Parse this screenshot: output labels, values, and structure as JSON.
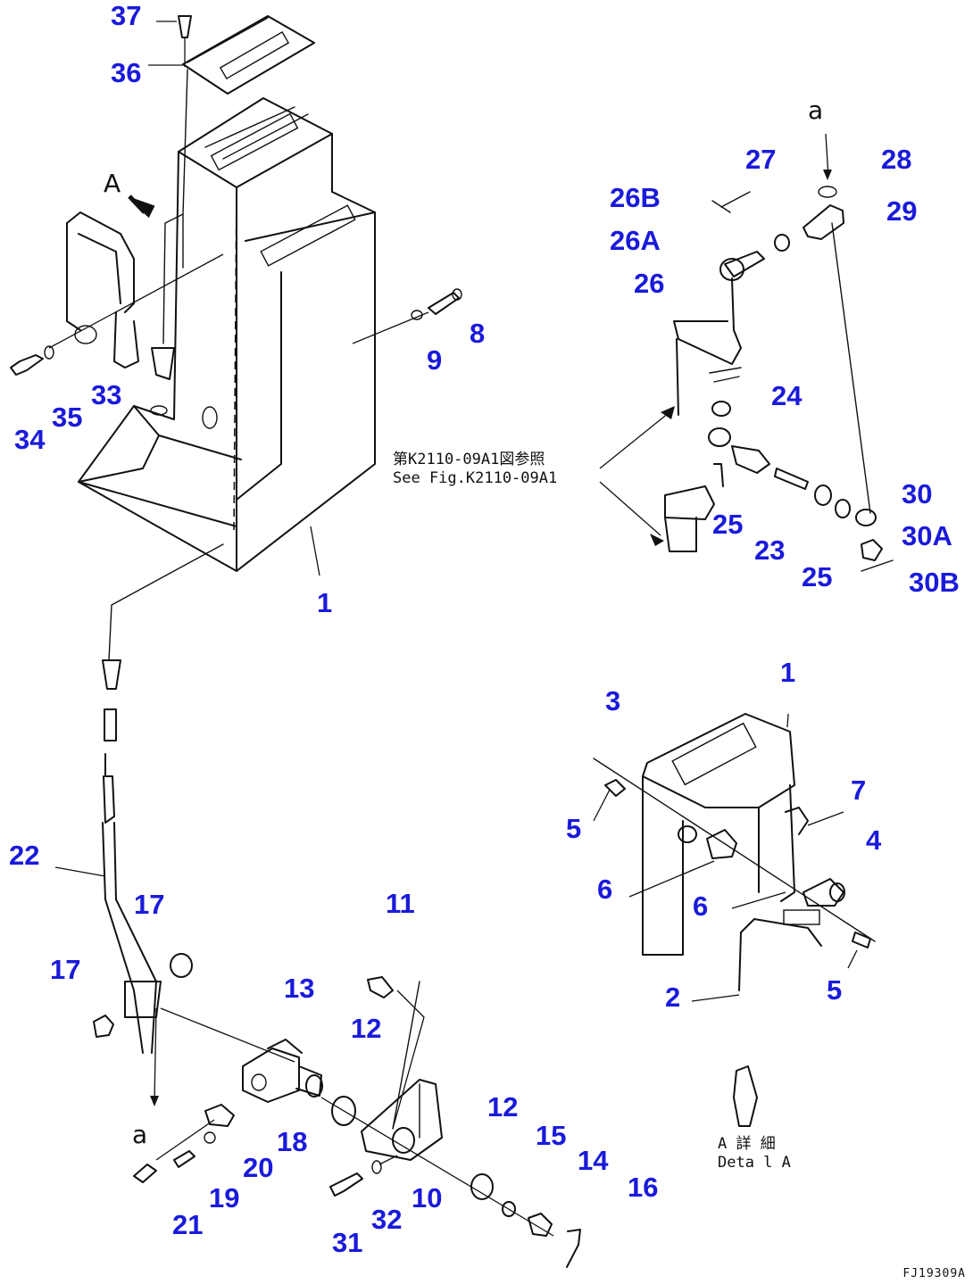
{
  "diagram": {
    "callouts": {
      "c37": "37",
      "c36": "36",
      "c33": "33",
      "c34": "34",
      "c35": "35",
      "c9": "9",
      "c8": "8",
      "c1a": "1",
      "c22": "22",
      "c17a": "17",
      "c17b": "17",
      "c13": "13",
      "c11": "11",
      "c12a": "12",
      "c12b": "12",
      "c18": "18",
      "c20": "20",
      "c19": "19",
      "c21": "21",
      "c10": "10",
      "c31": "31",
      "c32": "32",
      "c15": "15",
      "c14": "14",
      "c16": "16",
      "c27": "27",
      "c28": "28",
      "c26b": "26B",
      "c29": "29",
      "c26a": "26A",
      "c26": "26",
      "c24": "24",
      "c30": "30",
      "c25a": "25",
      "c30a": "30A",
      "c23": "23",
      "c25b": "25",
      "c30b": "30B",
      "c1b": "1",
      "c3": "3",
      "c7": "7",
      "c4": "4",
      "c5a": "5",
      "c6a": "6",
      "c6b": "6",
      "c2": "2",
      "c5b": "5"
    },
    "reference_note": {
      "line1": "第K2110-09A1図参照",
      "line2": "See Fig.K2110-09A1"
    },
    "view_marker": "A",
    "connector_top": "a",
    "connector_bottom": "a",
    "detail_note": {
      "line1": "A 詳 細",
      "line2": "Deta l A"
    },
    "drawing_code": "FJ19309A"
  },
  "colors": {
    "callout": "#1a1adb",
    "line": "#111111",
    "background": "#ffffff"
  }
}
